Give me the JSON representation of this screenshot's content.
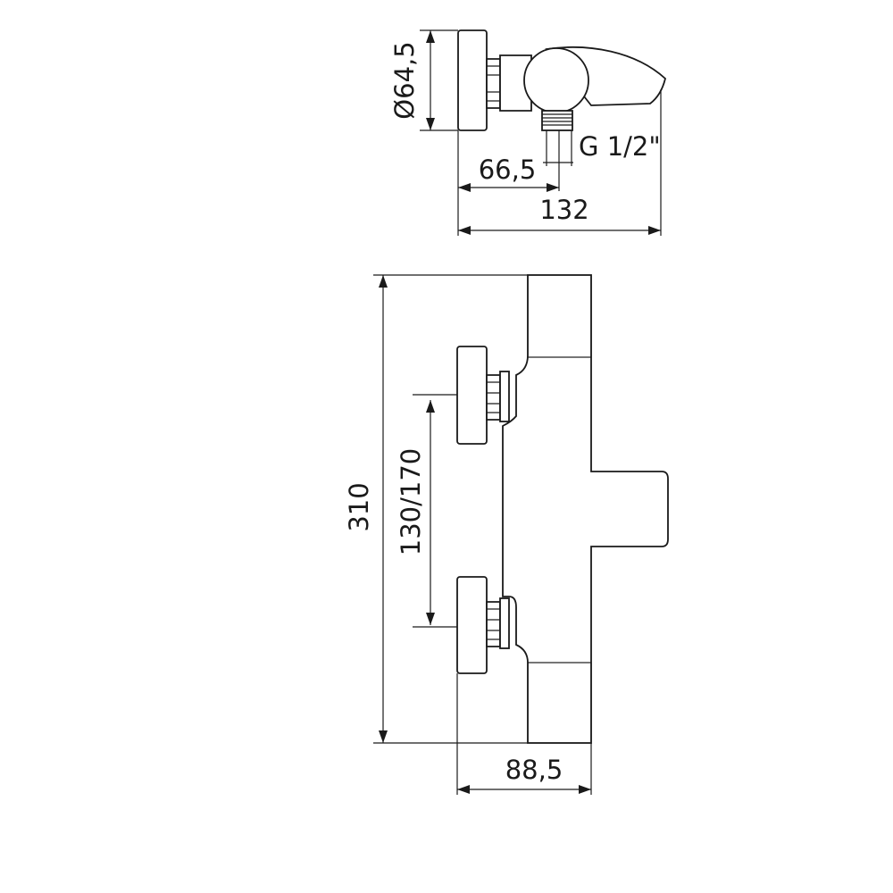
{
  "dimensions": {
    "diameter": "Ø64,5",
    "thread": "G 1/2\"",
    "offset_66": "66,5",
    "depth_132": "132",
    "height_310": "310",
    "centers": "130/170",
    "width_88": "88,5"
  }
}
